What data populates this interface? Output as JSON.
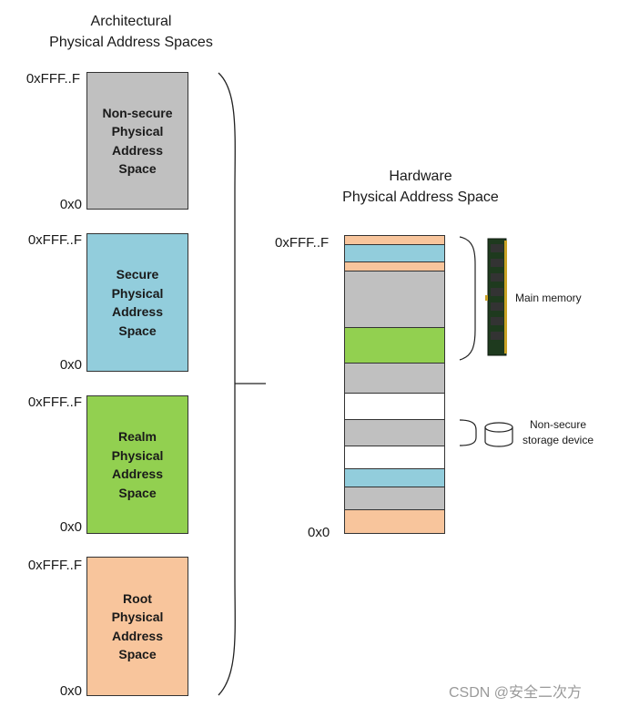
{
  "arch_title": {
    "line1": "Architectural",
    "line2": "Physical Address Spaces"
  },
  "hw_title": {
    "line1": "Hardware",
    "line2": "Physical Address Space"
  },
  "spaces": [
    {
      "key": "nonsecure",
      "lines": [
        "Non-secure",
        "Physical",
        "Address",
        "Space"
      ],
      "color": "#c0c0c0",
      "top_addr": "0xFFF..F",
      "bottom_addr": "0x0"
    },
    {
      "key": "secure",
      "lines": [
        "Secure",
        "Physical",
        "Address",
        "Space"
      ],
      "color": "#92cddc",
      "top_addr": "0xFFF..F",
      "bottom_addr": "0x0"
    },
    {
      "key": "realm",
      "lines": [
        "Realm",
        "Physical",
        "Address",
        "Space"
      ],
      "color": "#92d050",
      "top_addr": "0xFFF..F",
      "bottom_addr": "0x0"
    },
    {
      "key": "root",
      "lines": [
        "Root",
        "Physical",
        "Address",
        "Space"
      ],
      "color": "#f8c59c",
      "top_addr": "0xFFF..F",
      "bottom_addr": "0x0"
    }
  ],
  "hw": {
    "top_addr": "0xFFF..F",
    "bottom_addr": "0x0",
    "segments": [
      {
        "type": "root",
        "color": "#f8c59c"
      },
      {
        "type": "secure",
        "color": "#92cddc"
      },
      {
        "type": "root",
        "color": "#f8c59c"
      },
      {
        "type": "nonsecure",
        "color": "#c0c0c0"
      },
      {
        "type": "realm",
        "color": "#92d050"
      },
      {
        "type": "nonsecure",
        "color": "#c0c0c0"
      },
      {
        "type": "unassigned",
        "color": "#ffffff"
      },
      {
        "type": "nonsecure",
        "color": "#c0c0c0"
      },
      {
        "type": "unassigned",
        "color": "#ffffff"
      },
      {
        "type": "secure",
        "color": "#92cddc"
      },
      {
        "type": "nonsecure",
        "color": "#c0c0c0"
      },
      {
        "type": "root",
        "color": "#f8c59c"
      }
    ]
  },
  "labels": {
    "main_memory": "Main memory",
    "storage_line1": "Non-secure",
    "storage_line2": "storage device"
  },
  "watermark": "CSDN @安全二次方"
}
